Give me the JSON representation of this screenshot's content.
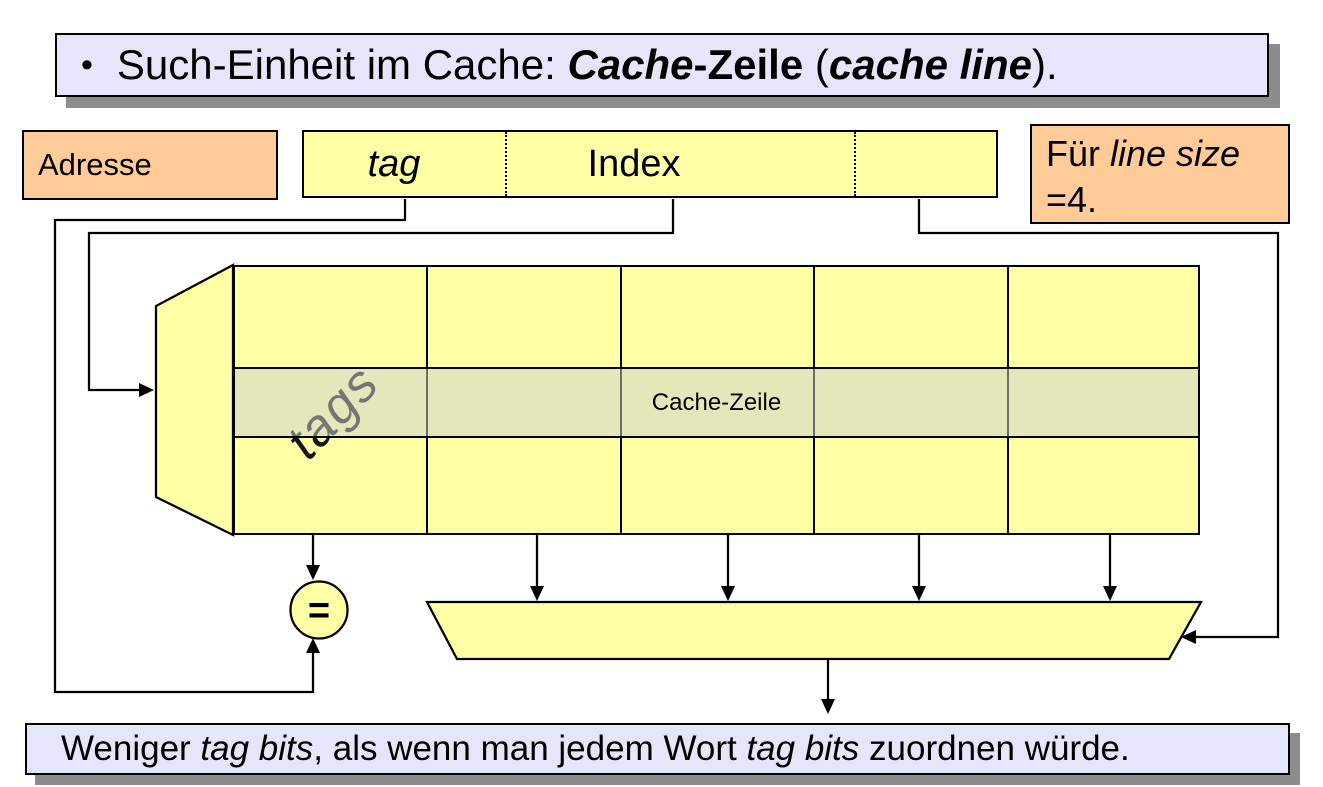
{
  "title_box": {
    "bullet": "•",
    "part1": "Such-Einheit im Cache: ",
    "part2": "Cache",
    "part3": "-Zeile",
    "part4": " (",
    "part5": "cache line",
    "part6": ")."
  },
  "address_box": {
    "label": "Adresse"
  },
  "address_fields": {
    "tag": "tag",
    "index": "Index"
  },
  "note_box": {
    "line1_part1": "Für ",
    "line1_part2": "line size",
    "line2": "=4."
  },
  "cache": {
    "tags_label": "tags",
    "row_label": "Cache-Zeile"
  },
  "comparator": {
    "symbol": "="
  },
  "bottom_box": {
    "part1": "Weniger ",
    "part2": "tag bits",
    "part3": ", als wenn man jedem Wort ",
    "part4": "tag bits",
    "part5": " zuordnen würde."
  },
  "colors": {
    "box_yellow": "#ffffa6",
    "box_orange": "#ffcc99",
    "box_lavender": "#e6e6fa",
    "shadow_gray": "#8c8c8c",
    "line_black": "#000000",
    "highlight_row": "#e7e7bb"
  }
}
